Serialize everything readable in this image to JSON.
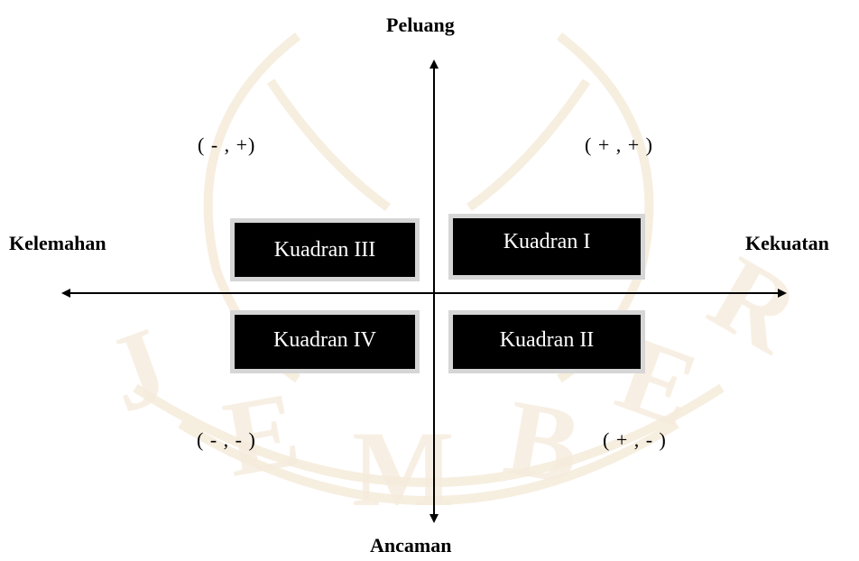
{
  "axes": {
    "top": "Peluang",
    "bottom": "Ancaman",
    "left": "Kelemahan",
    "right": "Kekuatan"
  },
  "signs": {
    "q3": "( - , +)",
    "q1": "( + , + )",
    "q4": "( - , - )",
    "q2": "( + , - )"
  },
  "quadrants": {
    "q1": "Kuadran I",
    "q2": "Kuadran II",
    "q3": "Kuadran III",
    "q4": "Kuadran IV"
  },
  "colors": {
    "box": "#000000",
    "box_text": "#ffffff",
    "axis": "#000000",
    "watermark": "#f5ead8"
  }
}
